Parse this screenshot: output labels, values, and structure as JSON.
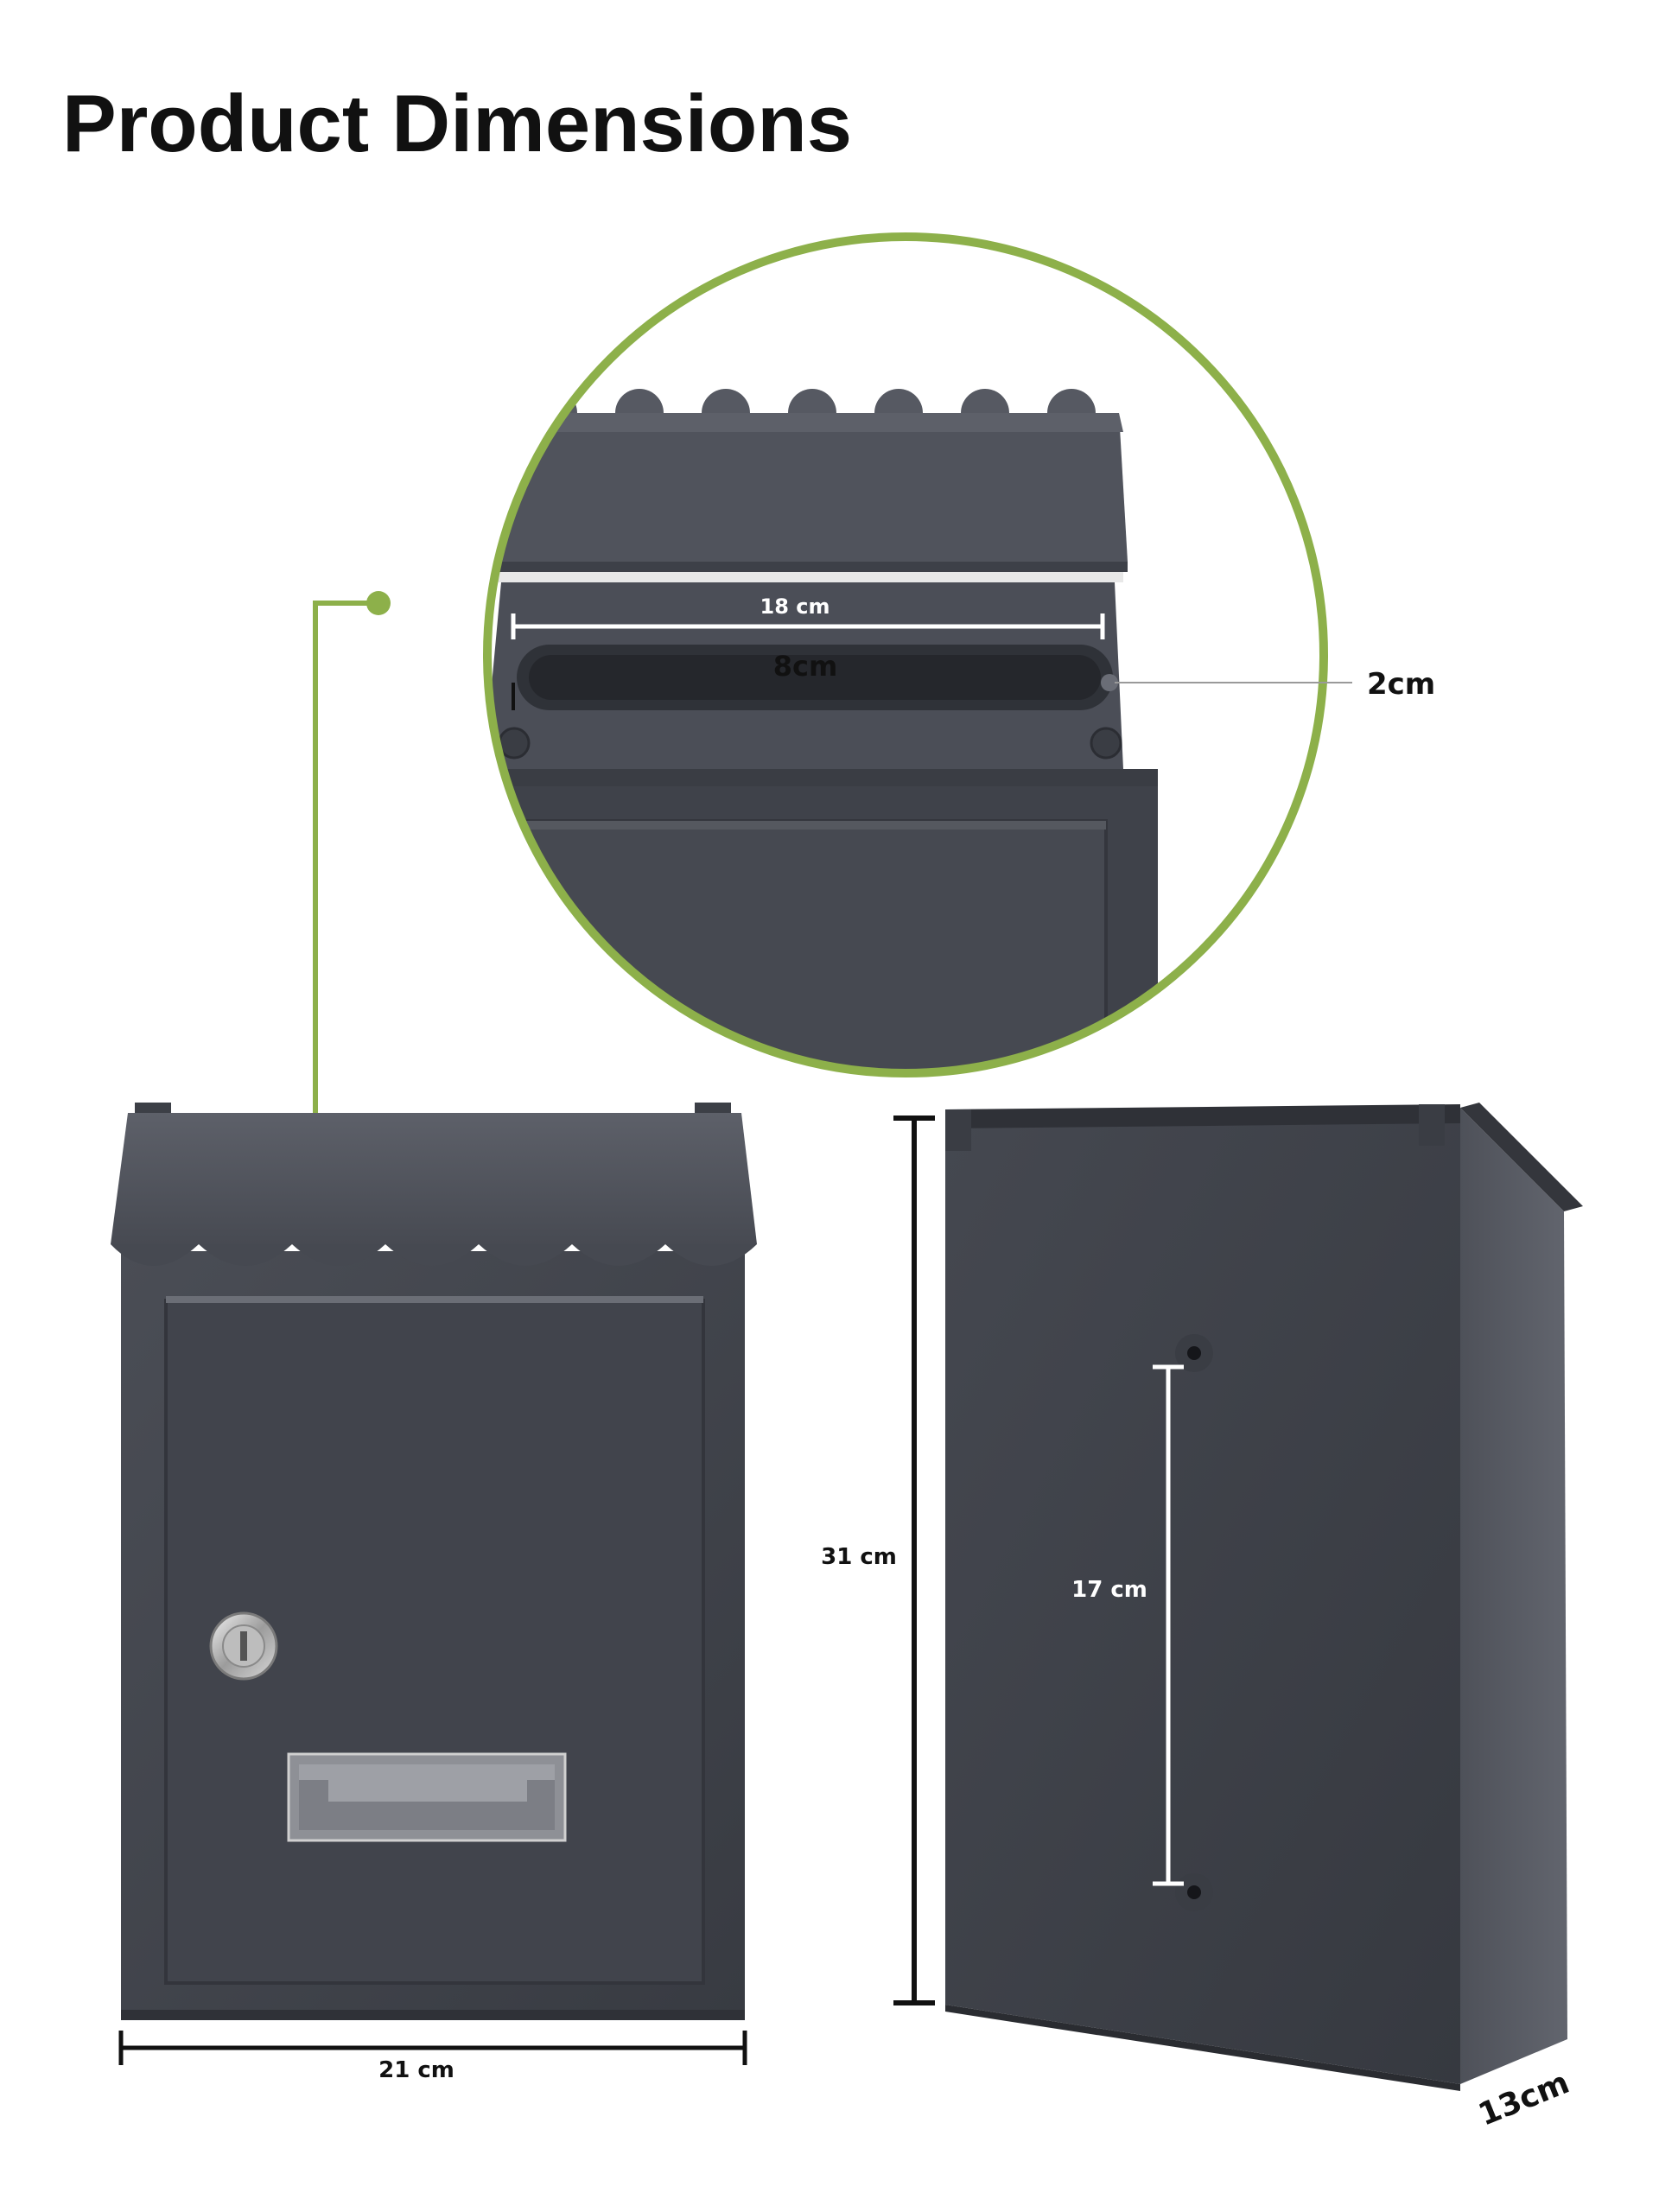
{
  "page": {
    "title": "Product Dimensions"
  },
  "dimensions": {
    "slot_width": "18 cm",
    "slot_height": "8cm",
    "slot_depth": "2cm",
    "front_width": "21 cm",
    "height": "31 cm",
    "mount_spacing": "17 cm",
    "depth": "13cm"
  },
  "colors": {
    "accent_green": "#8db04a",
    "body_dark": "#3d4048",
    "body_mid": "#4b4e57",
    "body_light": "#5e626b",
    "dimension_black": "#111111",
    "dimension_white": "#ffffff"
  },
  "icons": {
    "lock": "keyhole-lock-icon",
    "label_holder": "name-plate-window"
  }
}
